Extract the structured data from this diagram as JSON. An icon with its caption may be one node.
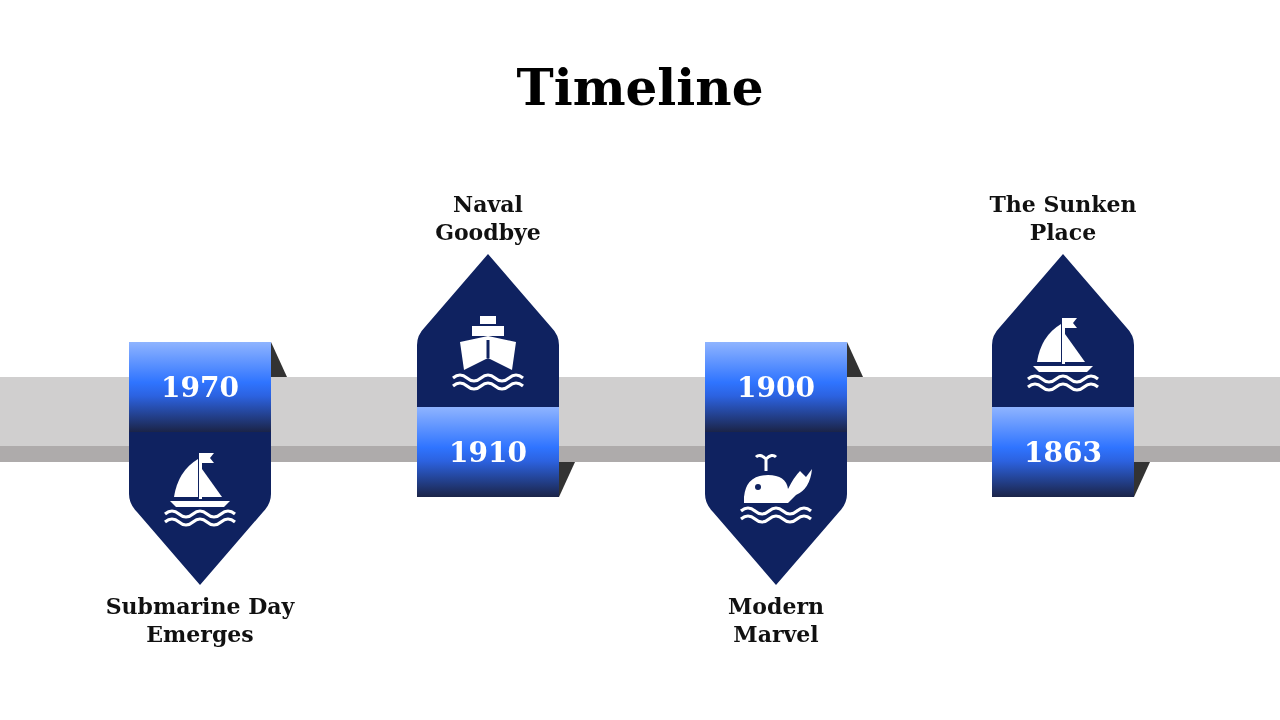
{
  "diagram": {
    "title": "Timeline",
    "nodes": [
      {
        "text": [
          "1970",
          "Submarine Day Emerges"
        ]
      },
      {
        "text": [
          "Naval Goodbye",
          "1910"
        ]
      },
      {
        "text": [
          "1900",
          "Modern Marvel"
        ]
      },
      {
        "text": [
          "The Sunken Place",
          "1863"
        ]
      }
    ],
    "edges": []
  }
}
